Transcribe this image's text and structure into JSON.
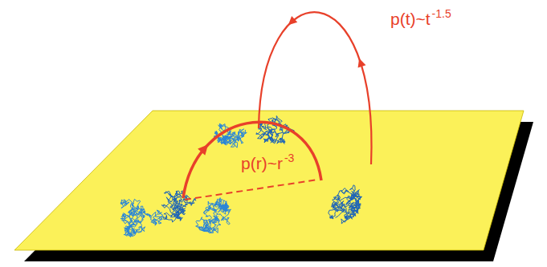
{
  "diagram": {
    "labels": [
      "p(t)~t",
      "-1.5",
      "p(r)~r",
      "-3"
    ]
  }
}
